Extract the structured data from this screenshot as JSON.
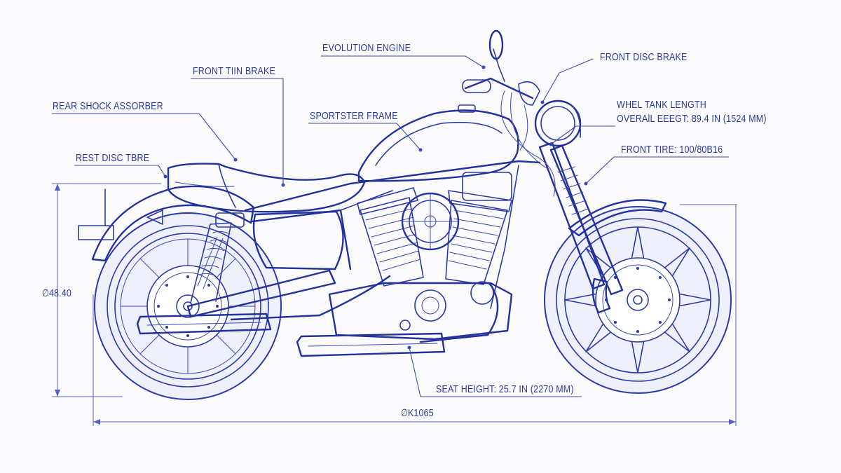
{
  "labels": {
    "evolution_engine": "EVOLUTION ENGINE",
    "front_disc_brake": "FRONT DISC BRAKE",
    "front_tin_brake": "FRONT TIIN BRAKE",
    "rear_shock": "REAR SHOCK ASSORBER",
    "sportster_frame": "SPORTSTER FRAME",
    "wheel_tank_length": "WHEL TANK LENGTH",
    "overall_height": "OVERAlL EEEGT: 89.4 IN (1524 MM)",
    "rest_disc_tire": "REST DISC TBRE",
    "front_tire": "FRONT TIRE: 100/80B16",
    "left_dimension": "∅48.40",
    "seat_height": "SEAT HEIGHT: 25.7 IN (2270 MM)",
    "bottom_dimension": "∅K1065"
  },
  "colors": {
    "ink": "#2b3aa8",
    "background": "#fbfbfd"
  }
}
